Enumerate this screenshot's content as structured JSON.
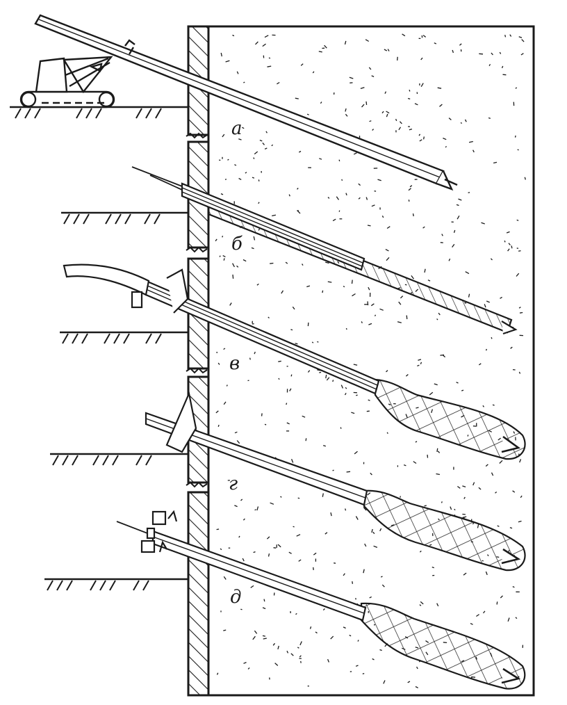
{
  "stages": [
    {
      "key": "a",
      "label": "а"
    },
    {
      "key": "b",
      "label": "б"
    },
    {
      "key": "v",
      "label": "в"
    },
    {
      "key": "g",
      "label": "г"
    },
    {
      "key": "d",
      "label": "д"
    }
  ],
  "colors": {
    "ink": "#1a1a1a",
    "paper": "#ffffff"
  }
}
